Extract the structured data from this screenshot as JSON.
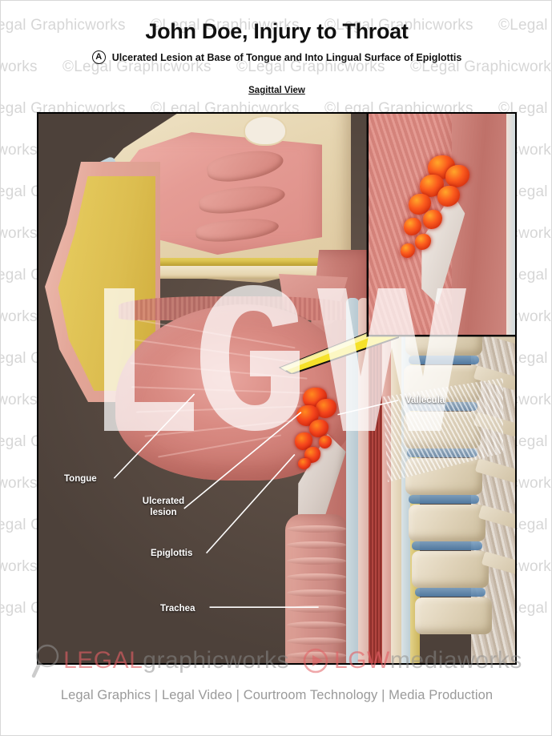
{
  "document": {
    "title": "John Doe, Injury to Throat",
    "marker": "A",
    "subtitle": "Ulcerated Lesion at Base of Tongue and Into Lingual Surface of Epiglottis",
    "view_label": "Sagittal View"
  },
  "illustration": {
    "background_color": "#574941",
    "border_color": "#000000",
    "labels": [
      {
        "id": "tongue",
        "text": "Tongue"
      },
      {
        "id": "ulcerated",
        "text": "Ulcerated\nlesion",
        "line1": "Ulcerated",
        "line2": "lesion"
      },
      {
        "id": "epiglottis",
        "text": "Epiglottis"
      },
      {
        "id": "trachea",
        "text": "Trachea"
      },
      {
        "id": "vallecula",
        "text": "Vallecula"
      }
    ],
    "lesion_color": "#f4441c",
    "connector_color": "#f5e12a"
  },
  "inset": {
    "name": "magnified-lesion-detail",
    "border_color": "#000000"
  },
  "watermark": {
    "text": "©Legal Graphicworks",
    "overlay_text": "LGW"
  },
  "branding": {
    "legal": "LEGAL",
    "graphicworks": "graphicworks",
    "lgw": "LGW",
    "mediaworks": "mediaworks",
    "red": "#e26064",
    "gray": "#8c8c8c"
  },
  "footer": {
    "services": "Legal Graphics | Legal Video | Courtroom Technology | Media Production"
  }
}
